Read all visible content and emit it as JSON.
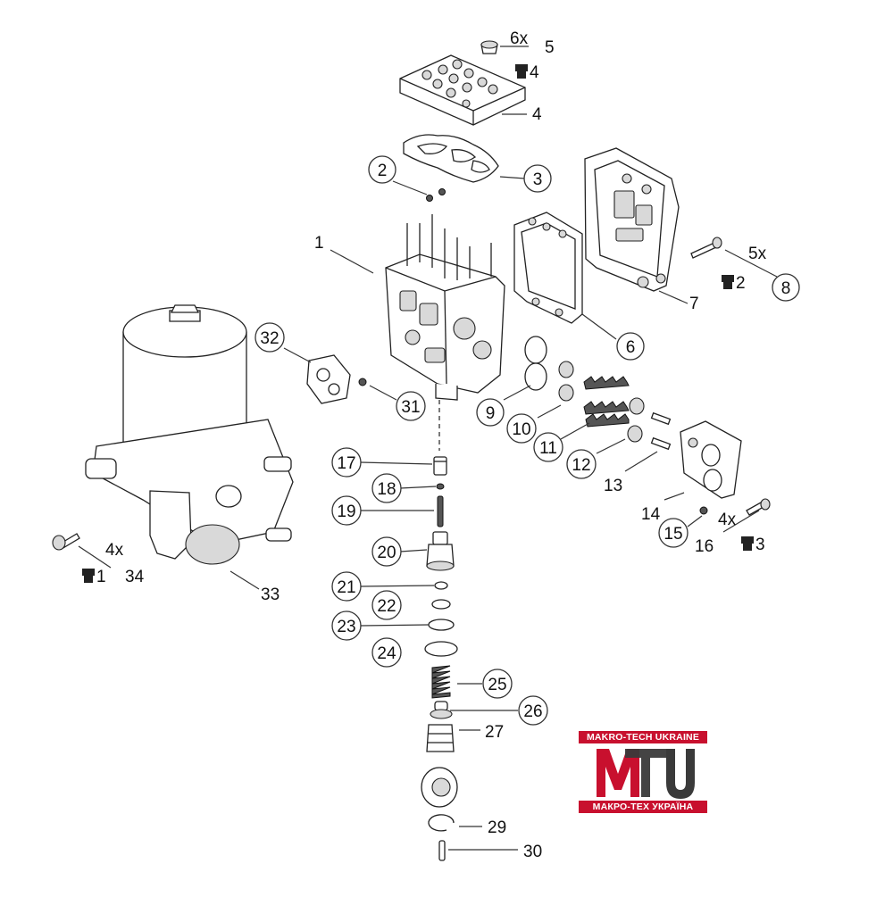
{
  "callouts": {
    "c1": "1",
    "c2": "2",
    "c3": "3",
    "c4": "4",
    "c5": "5",
    "c6": "6",
    "c7": "7",
    "c8": "8",
    "c9": "9",
    "c10": "10",
    "c11": "11",
    "c12": "12",
    "c13": "13",
    "c14": "14",
    "c15": "15",
    "c16": "16",
    "c17": "17",
    "c18": "18",
    "c19": "19",
    "c20": "20",
    "c21": "21",
    "c22": "22",
    "c23": "23",
    "c24": "24",
    "c25": "25",
    "c26": "26",
    "c27": "27",
    "c29": "29",
    "c30": "30",
    "c31": "31",
    "c32": "32",
    "c33": "33",
    "c34": "34"
  },
  "quantities": {
    "q5": "6x",
    "q8": "5x",
    "q16": "4x",
    "q34": "4x"
  },
  "torque_refs": {
    "t4": "4",
    "t2": "2",
    "t3": "3",
    "t1": "1"
  },
  "icons": {
    "torque": "torque-wrench-icon"
  },
  "logo": {
    "top_text": "MAKRO-TECH UKRAINE",
    "mark_text": "MTU",
    "bottom_text": "МАКРО-ТЕХ УКРАЇНА",
    "colors": {
      "red": "#c8102e",
      "dark": "#3a3a3a"
    }
  }
}
